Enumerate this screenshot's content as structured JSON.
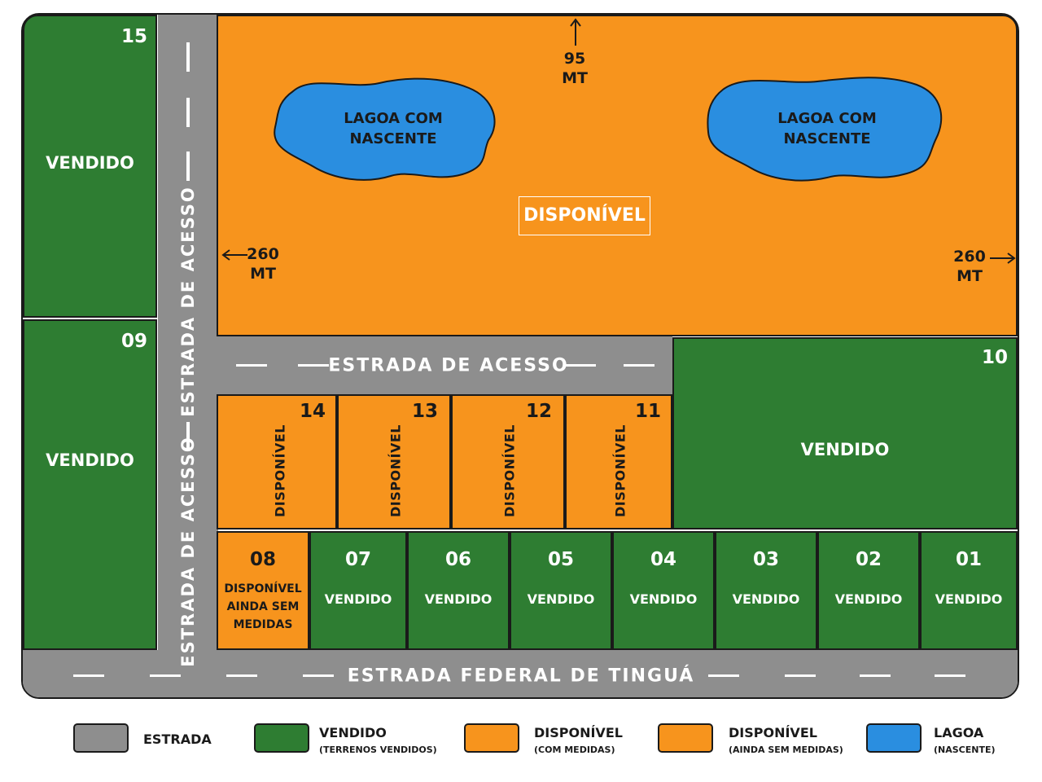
{
  "lots": {
    "l15": {
      "number": "15",
      "status": "VENDIDO"
    },
    "l09": {
      "number": "09",
      "status": "VENDIDO"
    },
    "l10": {
      "number": "10",
      "status": "VENDIDO"
    },
    "l14": {
      "number": "14",
      "status": "DISPONÍVEL"
    },
    "l13": {
      "number": "13",
      "status": "DISPONÍVEL"
    },
    "l12": {
      "number": "12",
      "status": "DISPONÍVEL"
    },
    "l11": {
      "number": "11",
      "status": "DISPONÍVEL"
    },
    "l08": {
      "number": "08",
      "status_line1": "DISPONÍVEL",
      "status_line2": "AINDA SEM",
      "status_line3": "MEDIDAS"
    },
    "l07": {
      "number": "07",
      "status": "VENDIDO"
    },
    "l06": {
      "number": "06",
      "status": "VENDIDO"
    },
    "l05": {
      "number": "05",
      "status": "VENDIDO"
    },
    "l04": {
      "number": "04",
      "status": "VENDIDO"
    },
    "l03": {
      "number": "03",
      "status": "VENDIDO"
    },
    "l02": {
      "number": "02",
      "status": "VENDIDO"
    },
    "l01": {
      "number": "01",
      "status": "VENDIDO"
    }
  },
  "big_lot": {
    "status": "DISPONÍVEL",
    "lake_label_line1": "LAGOA COM",
    "lake_label_line2": "NASCENTE",
    "measure_top_value": "95",
    "measure_unit": "MT",
    "measure_side_value": "260"
  },
  "roads": {
    "vertical_label": "ESTRADA DE ACESSO",
    "horizontal_label": "ESTRADA DE ACESSO",
    "federal_label": "ESTRADA FEDERAL DE TINGUÁ"
  },
  "legend": {
    "road": {
      "title": "ESTRADA",
      "color": "#8e8e8e"
    },
    "sold": {
      "title": "VENDIDO",
      "subtitle": "(TERRENOS VENDIDOS)",
      "color": "#2e7d32"
    },
    "avail": {
      "title": "DISPONÍVEL",
      "subtitle": "(COM MEDIDAS)",
      "color": "#f7941d"
    },
    "avail_nm": {
      "title": "DISPONÍVEL",
      "subtitle": "(AINDA SEM MEDIDAS)",
      "color": "#f7941d"
    },
    "lake": {
      "title": "LAGOA",
      "subtitle": "(NASCENTE)",
      "color": "#2a8ee0"
    }
  }
}
